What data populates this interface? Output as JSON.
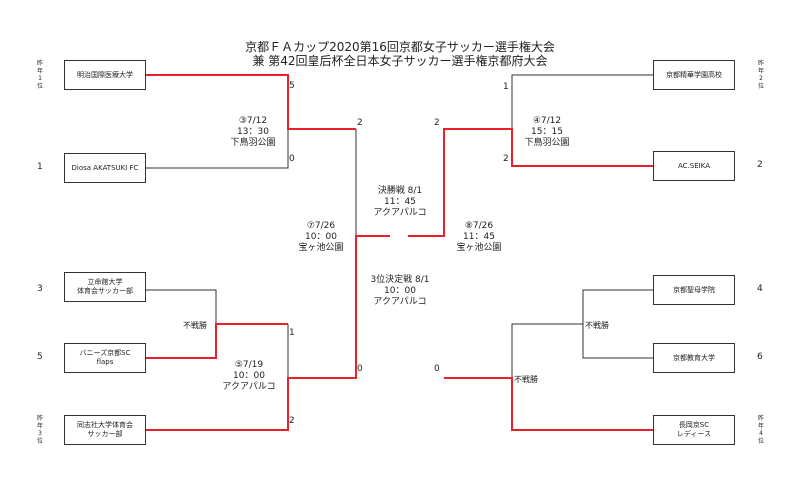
{
  "title": {
    "line1": "京都ＦＡカップ2020第16回京都女子サッカー選手権大会",
    "line2": "兼 第42回皇后杯全日本女子サッカー選手権京都府大会"
  },
  "teams": {
    "meiji": "明治国際医療大学",
    "diosa": "Diosa AKATSUKI FC",
    "ritsumeikan": "立命館大学\n体育会サッカー部",
    "bunnies": "バニーズ京都SC\nflaps",
    "doshisha": "同志社大学体育会\nサッカー部",
    "seika_hs": "京都精華学園高校",
    "ac_seika": "AC.SEIKA",
    "seibo": "京都聖母学院",
    "kyoiku": "京都教育大学",
    "nagaokakyo": "長岡京SC\nレディース"
  },
  "seeds": {
    "diosa": "1",
    "ritsumeikan": "3",
    "bunnies": "5",
    "ac_seika": "2",
    "seibo": "4",
    "kyoiku": "6"
  },
  "vlabels": {
    "meiji": "昨\n年\n1\n位",
    "doshisha": "昨\n年\n3\n位",
    "seika_hs": "昨\n年\n2\n位",
    "nagaokakyo": "昨\n年\n4\n位"
  },
  "scores": {
    "m3_meiji": "5",
    "m3_diosa": "0",
    "m5_top": "1",
    "m5_doshisha": "2",
    "m7_top": "2",
    "m7_bottom": "0",
    "m4_seika_hs": "1",
    "m4_ac_seika": "2",
    "m8_top": "2",
    "m8_bottom": "0"
  },
  "matches": {
    "m3": "③7/12\n13：30\n下鳥羽公園",
    "m4": "④7/12\n15：15\n下鳥羽公園",
    "m5": "⑤7/19\n10：00\nアクアパルコ",
    "m7": "⑦7/26\n10：00\n宝ヶ池公園",
    "m8": "⑧7/26\n11：45\n宝ヶ池公園",
    "final": "決勝戦 8/1\n11：45\nアクアパルコ",
    "third": "3位決定戦 8/1\n10：00\nアクアパルコ"
  },
  "walkover": {
    "left": "不戦勝",
    "right_top": "不戦勝",
    "right_bottom": "不戦勝"
  },
  "colors": {
    "winner_line": "#e8202a",
    "line": "#333333"
  }
}
